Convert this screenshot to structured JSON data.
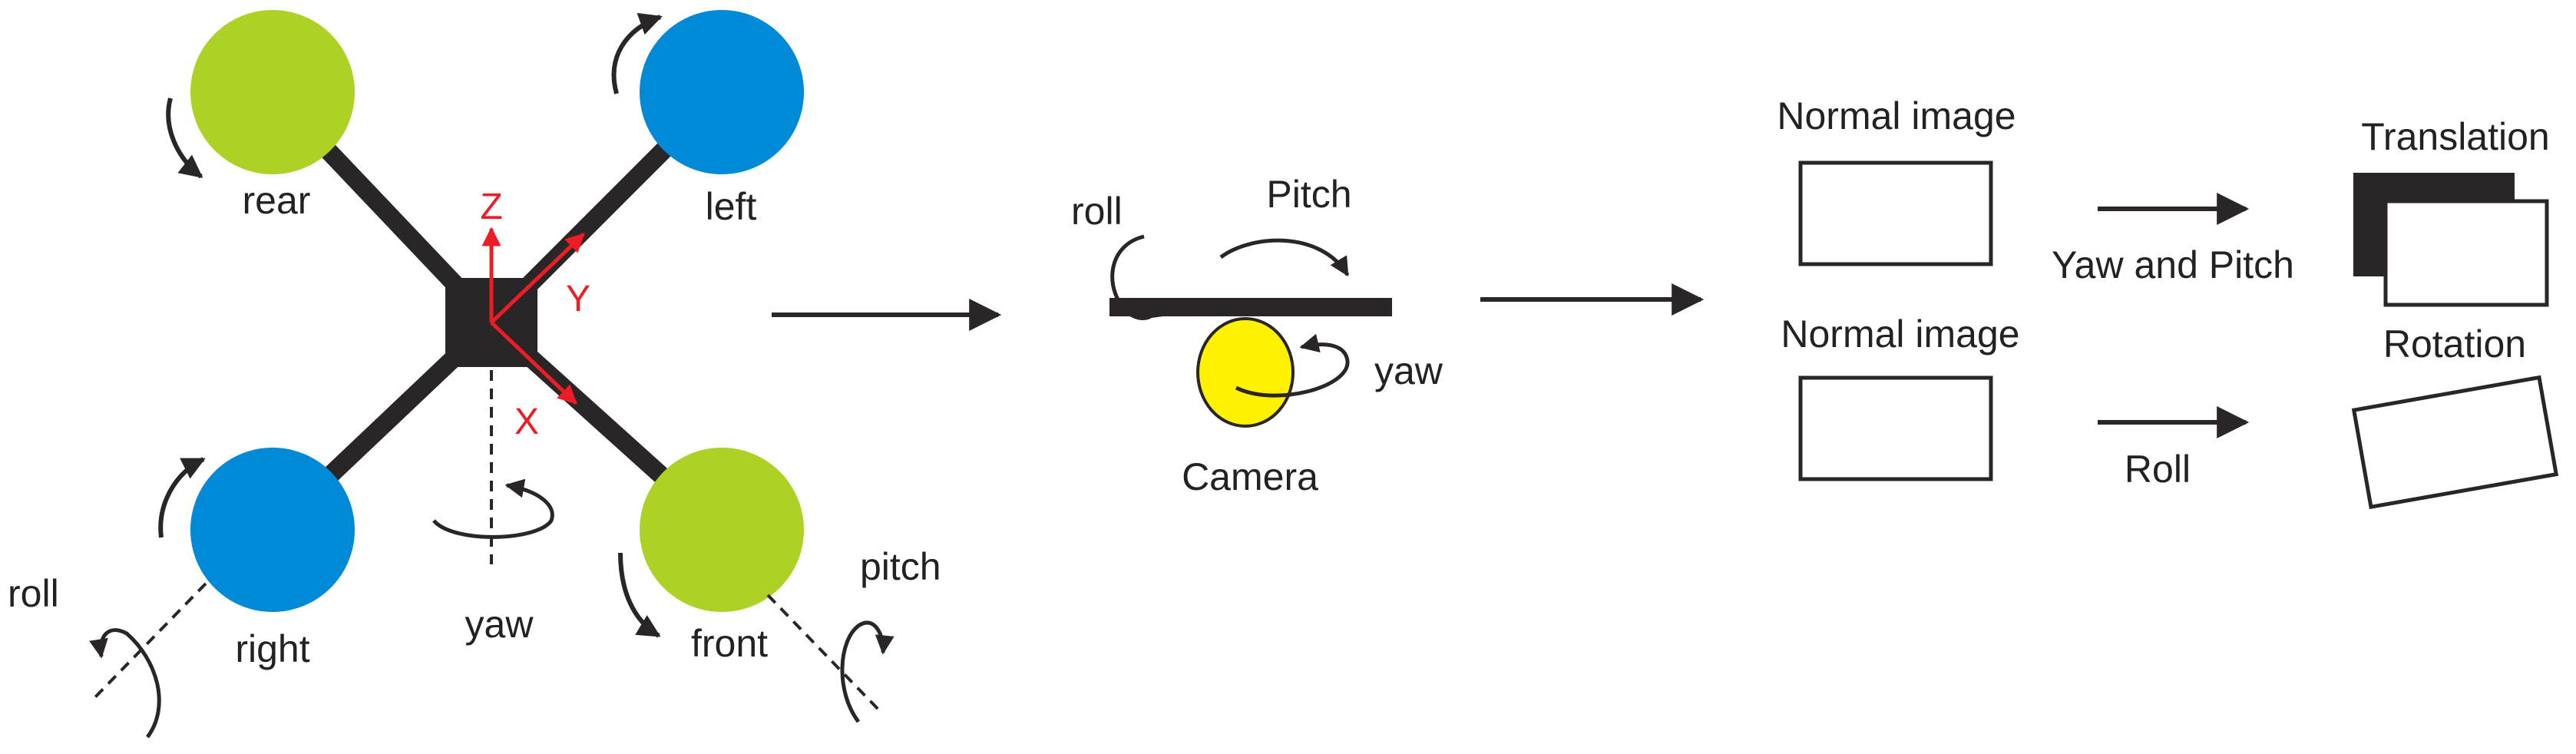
{
  "colors": {
    "frame": "#2a2526",
    "motor_green": "#add124",
    "motor_blue": "#0089d6",
    "axis_red": "#ee1c24",
    "camera_yellow": "#fff200",
    "ink": "#222222"
  },
  "drone": {
    "motors": {
      "rear": "rear",
      "left": "left",
      "right": "right",
      "front": "front"
    },
    "axes": {
      "z": "Z",
      "y": "Y",
      "x": "X"
    },
    "rotations": {
      "roll": "roll",
      "yaw": "yaw",
      "pitch": "pitch"
    }
  },
  "camera_panel": {
    "roll": "roll",
    "pitch": "Pitch",
    "yaw": "yaw",
    "camera": "Camera"
  },
  "effects": {
    "normal_image_top": "Normal image",
    "normal_image_bottom": "Normal image",
    "yaw_and_pitch": "Yaw and Pitch",
    "roll": "Roll",
    "translation": "Translation",
    "rotation": "Rotation"
  }
}
